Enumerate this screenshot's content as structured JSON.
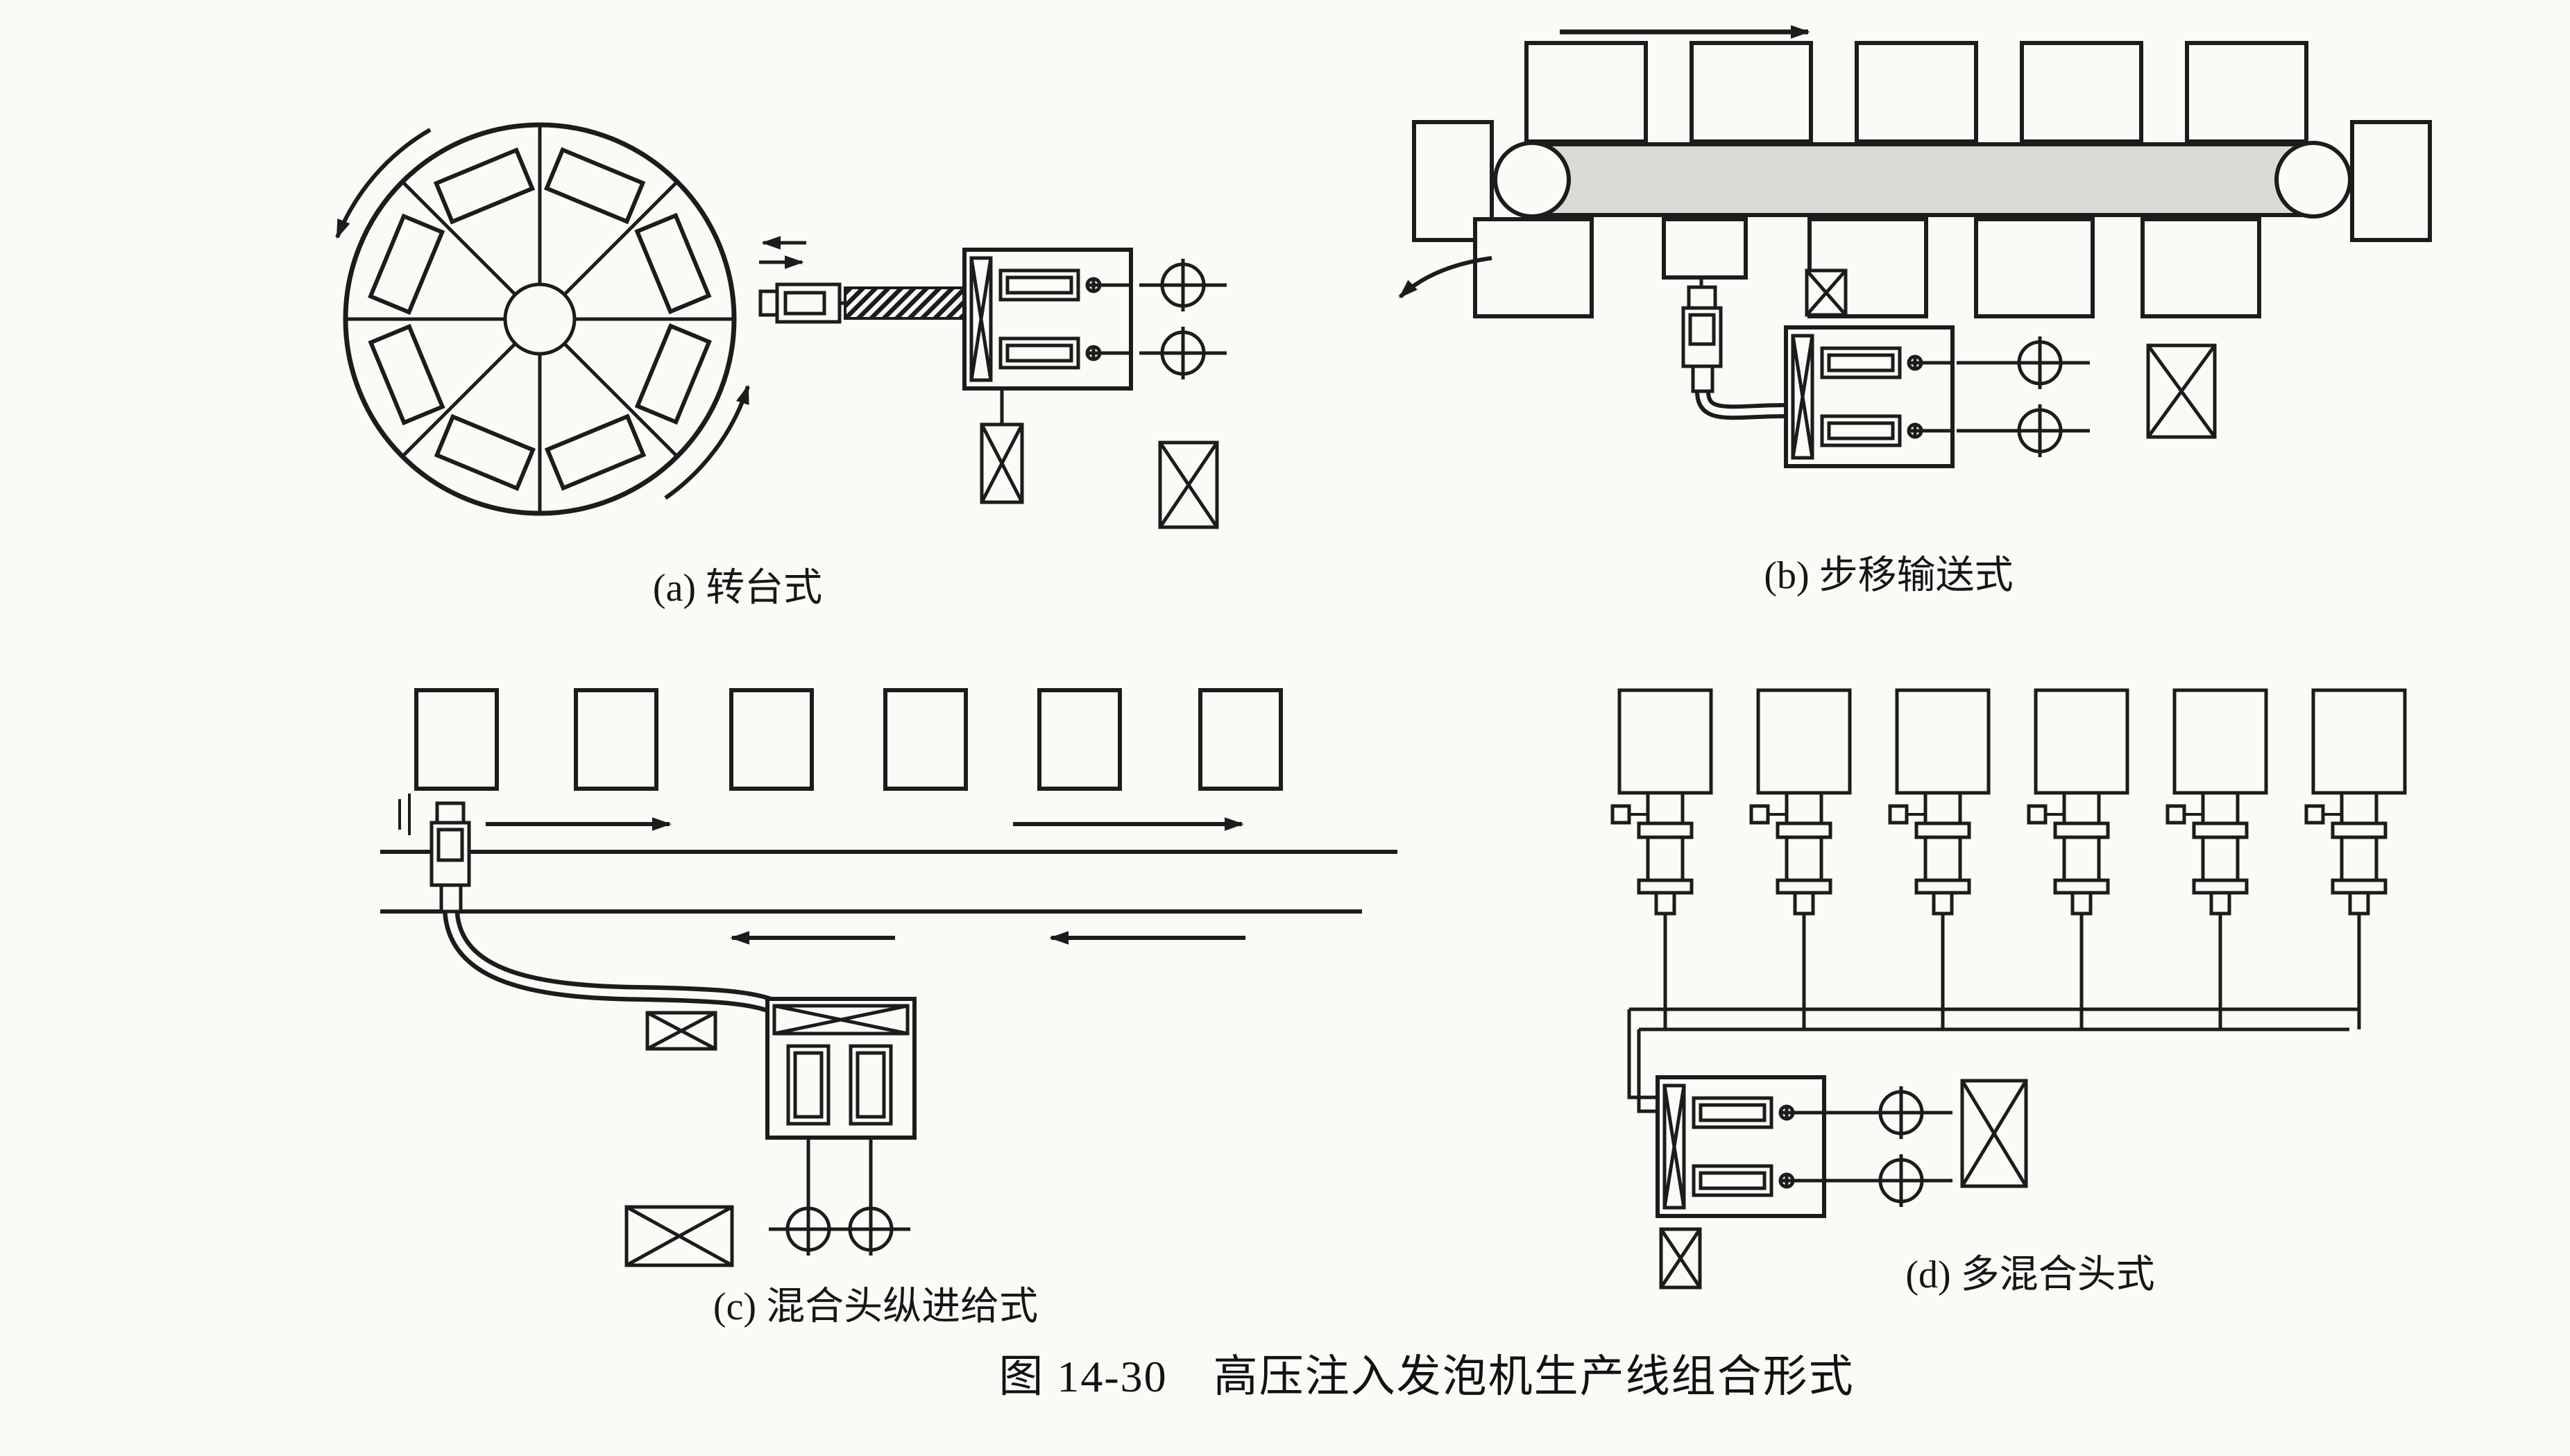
{
  "figure": {
    "caption": "图 14-30　高压注入发泡机生产线组合形式",
    "panels": [
      {
        "id": "a",
        "label": "(a) 转台式"
      },
      {
        "id": "b",
        "label": "(b) 步移输送式"
      },
      {
        "id": "c",
        "label": "(c) 混合头纵进给式"
      },
      {
        "id": "d",
        "label": "(d) 多混合头式"
      }
    ],
    "ink_color": "#1c1c1c",
    "paper_color": "#fbfaf6"
  }
}
